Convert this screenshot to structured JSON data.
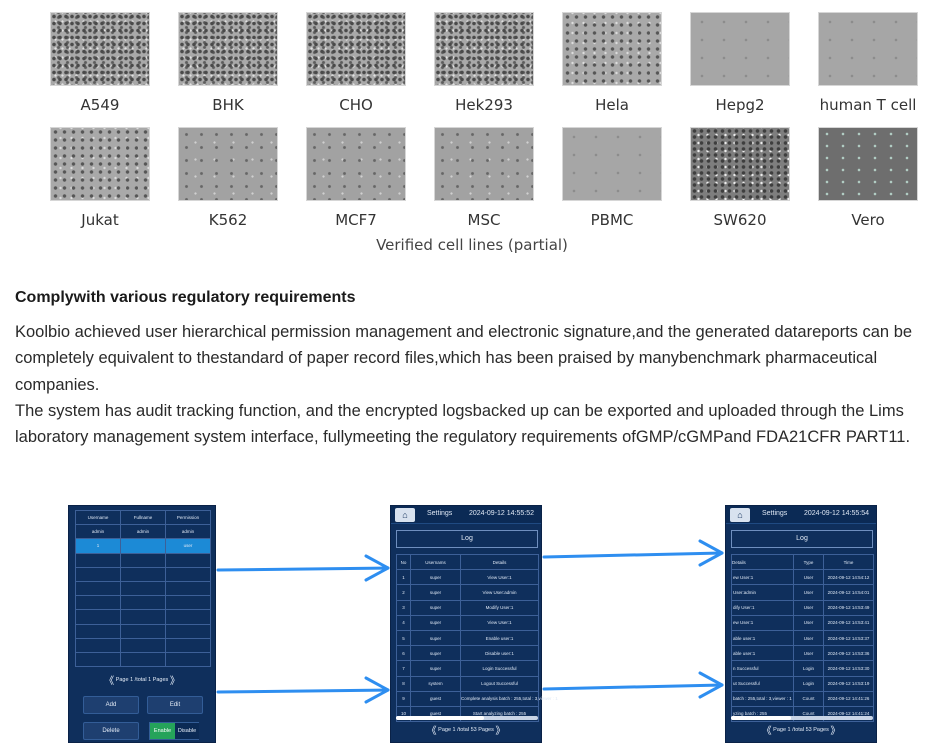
{
  "cell_lines": {
    "row1": [
      {
        "label": "A549",
        "pattern": "dense"
      },
      {
        "label": "BHK",
        "pattern": "dense"
      },
      {
        "label": "CHO",
        "pattern": "dense"
      },
      {
        "label": "Hek293",
        "pattern": "dense"
      },
      {
        "label": "Hela",
        "pattern": "medium"
      },
      {
        "label": "Hepg2",
        "pattern": "faint"
      },
      {
        "label": "human T cell",
        "pattern": "faint"
      }
    ],
    "row2": [
      {
        "label": "Jukat",
        "pattern": "medium"
      },
      {
        "label": "K562",
        "pattern": "sparse"
      },
      {
        "label": "MCF7",
        "pattern": "sparse"
      },
      {
        "label": "MSC",
        "pattern": "sparse"
      },
      {
        "label": "PBMC",
        "pattern": "faint"
      },
      {
        "label": "SW620",
        "pattern": "dark"
      },
      {
        "label": "Vero",
        "pattern": "dim"
      }
    ],
    "caption": "Verified cell lines (partial)"
  },
  "compliance": {
    "heading": "Complywith various regulatory requirements",
    "paragraph1": "Koolbio achieved user hierarchical permission management and electronic signature,and the generated datareports can be completely equivalent to thestandard of paper record files,which has been praised by manybenchmark pharmaceutical companies.",
    "paragraph2": "The system has audit tracking function, and the encrypted logsbacked up can be exported and uploaded through the Lims laboratory management system interface, fullymeeting the regulatory requirements ofGMP/cGMPand FDA21CFR PART11."
  },
  "user_panel": {
    "columns": [
      "Username",
      "Fullname",
      "Permission"
    ],
    "rows": [
      [
        "admin",
        "admin",
        "admin"
      ],
      [
        "1",
        "",
        "user"
      ],
      [
        "",
        "",
        ""
      ],
      [
        "",
        "",
        ""
      ],
      [
        "",
        "",
        ""
      ],
      [
        "",
        "",
        ""
      ],
      [
        "",
        "",
        ""
      ],
      [
        "",
        "",
        ""
      ],
      [
        "",
        "",
        ""
      ],
      [
        "",
        "",
        ""
      ]
    ],
    "selected_row": 1,
    "pager": "Page 1 /total 1 Pages",
    "add": "Add",
    "edit": "Edit",
    "delete": "Delete",
    "enable": "Enable",
    "disable": "Disable"
  },
  "log_panel_1": {
    "home_icon": "home-icon",
    "settings": "Settings",
    "datetime": "2024-09-12 14:55:52",
    "title": "Log",
    "columns": [
      "No",
      "Usernams",
      "Details"
    ],
    "rows": [
      [
        "1",
        "super",
        "View User:1"
      ],
      [
        "2",
        "super",
        "View User:admin"
      ],
      [
        "3",
        "super",
        "Modify User:1"
      ],
      [
        "4",
        "super",
        "View User:1"
      ],
      [
        "5",
        "super",
        "Enable user:1"
      ],
      [
        "6",
        "super",
        "Disable user:1"
      ],
      [
        "7",
        "super",
        "Login Successful"
      ],
      [
        "8",
        "system",
        "Logout Successful"
      ],
      [
        "9",
        "guest",
        "Complete analysis batch : 255,total : 3,viewer : 1"
      ],
      [
        "10",
        "guest",
        "Start analyzing batch : 255"
      ]
    ],
    "scroll_fraction": 0.62,
    "pager": "Page 1 /total 53 Pages"
  },
  "log_panel_2": {
    "home_icon": "home-icon",
    "settings": "Settings",
    "datetime": "2024-09-12 14:55:54",
    "title": "Log",
    "columns": [
      "Details",
      "Type",
      "Time"
    ],
    "rows": [
      [
        "ew User:1",
        "User",
        "2024-09-12 14:54:12"
      ],
      [
        "User:admin",
        "User",
        "2024-09-12 14:54:01"
      ],
      [
        "dify User:1",
        "User",
        "2024-09-12 14:53:49"
      ],
      [
        "ew User:1",
        "User",
        "2024-09-12 14:53:41"
      ],
      [
        "able user:1",
        "User",
        "2024-09-12 14:53:37"
      ],
      [
        "able user:1",
        "User",
        "2024-09-12 14:53:36"
      ],
      [
        "n Successful",
        "Login",
        "2024-09-12 14:53:30"
      ],
      [
        "ut Successful",
        "Login",
        "2024-09-12 14:53:19"
      ],
      [
        "batch : 255,total : 3,viewer : 1",
        "Count",
        "2024-09-12 14:41:26"
      ],
      [
        "yzing batch : 255",
        "Count",
        "2024-09-12 14:41:24"
      ]
    ],
    "scroll_fraction": 0.42,
    "pager": "Page 1 /total 53 Pages"
  },
  "colors": {
    "arrow": "#2e8ef0",
    "panel_bg": "#0f2f5c",
    "selected_row": "#1c8ad6",
    "enable_green": "#25a35a"
  }
}
